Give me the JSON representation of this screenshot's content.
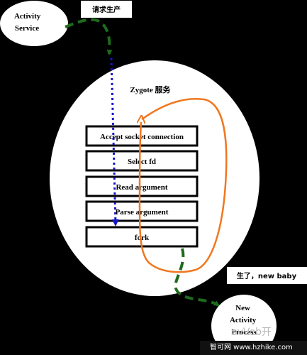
{
  "nodes": {
    "activity_service": [
      "Activity",
      "Service"
    ],
    "zygote_title": "Zygote 服务",
    "new_process": [
      "New",
      "Activity",
      "Process"
    ]
  },
  "steps": [
    "Accept socket connection",
    "Select fd",
    "Read argument",
    "Parse argument",
    "fork"
  ],
  "labels": {
    "request": "请求生产",
    "born": "生了，new baby"
  },
  "colors": {
    "background": "#000000",
    "shape_fill": "#ffffff",
    "request_arrow": "#1e6b1e",
    "dispatch_arrow": "#1414c8",
    "loop_arrow": "#f07820"
  },
  "watermark": {
    "text": "智可网 www.hzhike.com",
    "overlay_text": "ovVeb开"
  }
}
